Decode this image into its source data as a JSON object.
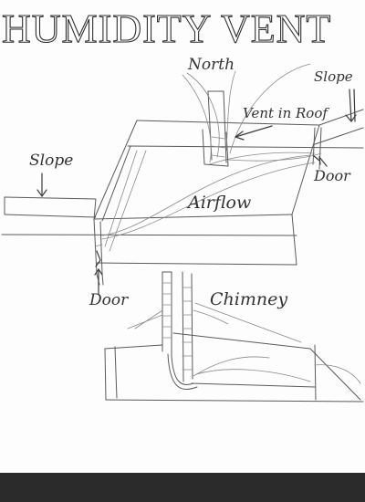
{
  "title": "HUMIDITY VENT",
  "labels": {
    "north": "North",
    "slope_right": "Slope",
    "vent_in_roof": "Vent in Roof",
    "slope_left": "Slope",
    "door_right": "Door",
    "airflow": "Airflow",
    "door_left": "Door",
    "chimney": "Chimney"
  }
}
